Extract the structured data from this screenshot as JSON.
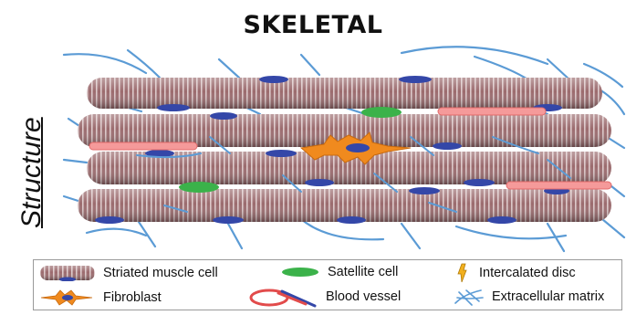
{
  "title": "SKELETAL",
  "side_label": "Structure",
  "legend": {
    "muscle_cell": "Striated muscle cell",
    "satellite_cell": "Satellite cell",
    "intercalated_disc": "Intercalated disc",
    "fibroblast": "Fibroblast",
    "blood_vessel": "Blood vessel",
    "extracellular_matrix": "Extracellular matrix"
  },
  "colors": {
    "muscle_fill": "#9b6b6e",
    "muscle_stripe": "#d9c4c5",
    "nucleus": "#3447a8",
    "satellite": "#3bb24a",
    "fibroblast": "#f08a1e",
    "vessel": "#f08888",
    "matrix": "#5b9bd5",
    "disc": "#f2b01e"
  }
}
